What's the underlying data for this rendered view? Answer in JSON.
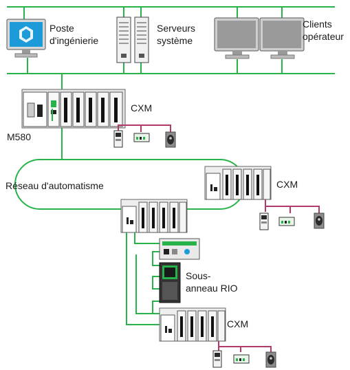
{
  "labels": {
    "engineering_line1": "Poste",
    "engineering_line2": "d'ingénierie",
    "servers_line1": "Serveurs",
    "servers_line2": "système",
    "clients_line1": "Clients",
    "clients_line2": "opérateur",
    "cxm_top": "CXM",
    "m580": "M580",
    "automation_network": "Réseau d'automatisme",
    "cxm_right": "CXM",
    "subring_line1": "Sous-",
    "subring_line2": "anneau RIO",
    "cxm_bottom": "CXM"
  },
  "colors": {
    "network_green": "#27b24a",
    "fieldbus_pink": "#b23a6b",
    "rack_gray": "#d9d9d9",
    "module_dark": "#1a1a1a",
    "screen_blue": "#1d9bd8"
  },
  "icons": [
    "engineering-workstation-icon",
    "server-icon",
    "operator-monitor-icon",
    "plc-rack-icon",
    "drive-icon",
    "io-module-icon",
    "motor-starter-icon"
  ]
}
